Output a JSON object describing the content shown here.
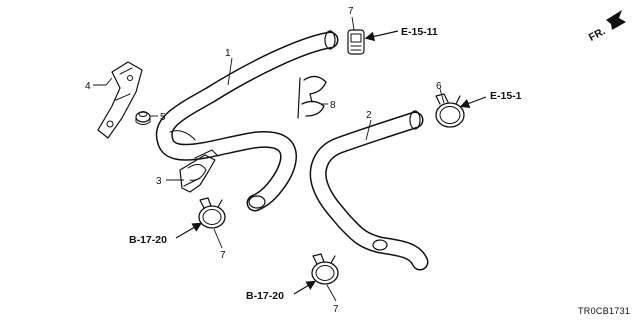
{
  "callouts": {
    "p1": "1",
    "p2": "2",
    "p3": "3",
    "p4": "4",
    "p5": "5",
    "p6": "6",
    "p7a": "7",
    "p7b": "7",
    "p7c": "7",
    "p8": "8"
  },
  "references": {
    "e15_11": "E-15-11",
    "e15_1": "E-15-1",
    "b17_20a": "B-17-20",
    "b17_20b": "B-17-20"
  },
  "orientation": {
    "label": "FR."
  },
  "diagram_code": "TR0CB1731",
  "colors": {
    "line": "#111111",
    "background": "#ffffff"
  }
}
